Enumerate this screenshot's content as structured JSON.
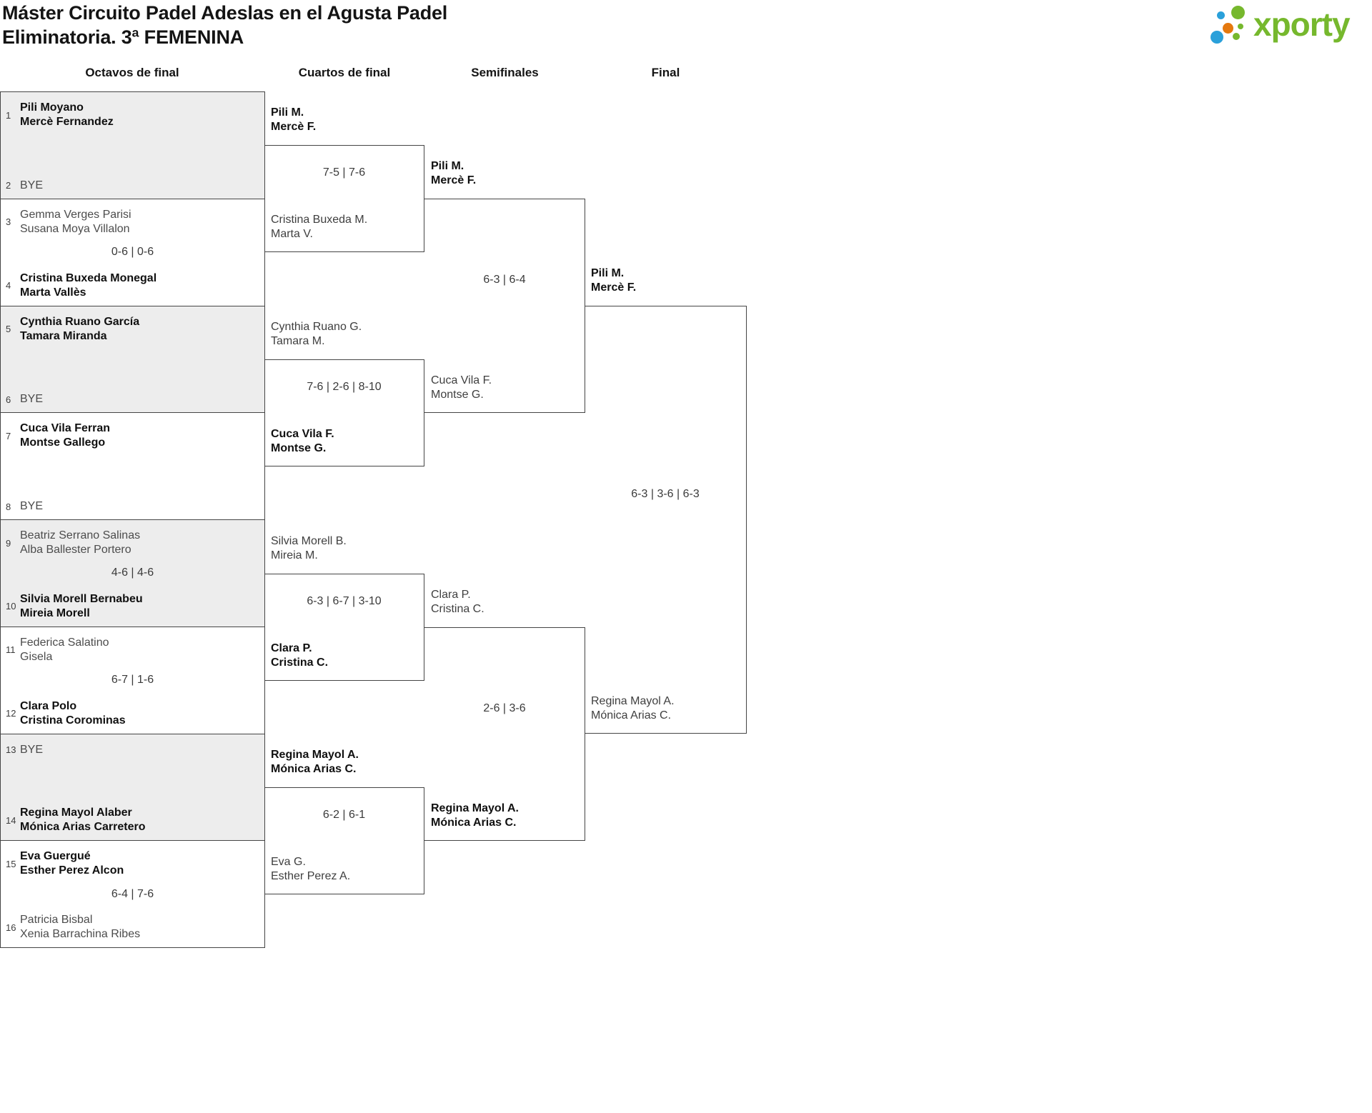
{
  "header": {
    "title_line1": "Máster Circuito Padel Adeslas en el Agusta Padel",
    "title_line2": "Eliminatoria. 3ª FEMENINA"
  },
  "logo": {
    "text": "xporty",
    "green": "#76b82d",
    "blue": "#2aa0da",
    "orange": "#e5790e"
  },
  "rounds": {
    "r1": "Octavos de final",
    "r2": "Cuartos de final",
    "r3": "Semifinales",
    "r4": "Final"
  },
  "octavos": [
    {
      "top": {
        "seed": "1",
        "name1": "Pili Moyano",
        "name2": "Mercè Fernandez",
        "winner": true
      },
      "bottom": {
        "seed": "2",
        "name1": "BYE",
        "name2": "",
        "winner": false
      },
      "score": ""
    },
    {
      "top": {
        "seed": "3",
        "name1": "Gemma Verges Parisi",
        "name2": "Susana Moya Villalon",
        "winner": false
      },
      "bottom": {
        "seed": "4",
        "name1": "Cristina Buxeda Monegal",
        "name2": "Marta Vallès",
        "winner": true
      },
      "score": "0-6 | 0-6"
    },
    {
      "top": {
        "seed": "5",
        "name1": "Cynthia Ruano García",
        "name2": "Tamara Miranda",
        "winner": true
      },
      "bottom": {
        "seed": "6",
        "name1": "BYE",
        "name2": "",
        "winner": false
      },
      "score": ""
    },
    {
      "top": {
        "seed": "7",
        "name1": "Cuca Vila Ferran",
        "name2": "Montse Gallego",
        "winner": true
      },
      "bottom": {
        "seed": "8",
        "name1": "BYE",
        "name2": "",
        "winner": false
      },
      "score": ""
    },
    {
      "top": {
        "seed": "9",
        "name1": "Beatriz Serrano Salinas",
        "name2": "Alba Ballester Portero",
        "winner": false
      },
      "bottom": {
        "seed": "10",
        "name1": "Silvia Morell Bernabeu",
        "name2": "Mireia Morell",
        "winner": true
      },
      "score": "4-6 | 4-6"
    },
    {
      "top": {
        "seed": "11",
        "name1": "Federica Salatino",
        "name2": "Gisela",
        "winner": false
      },
      "bottom": {
        "seed": "12",
        "name1": "Clara Polo",
        "name2": "Cristina Corominas",
        "winner": true
      },
      "score": "6-7 | 1-6"
    },
    {
      "top": {
        "seed": "13",
        "name1": "BYE",
        "name2": "",
        "winner": false
      },
      "bottom": {
        "seed": "14",
        "name1": "Regina Mayol Alaber",
        "name2": "Mónica Arias Carretero",
        "winner": true
      },
      "score": ""
    },
    {
      "top": {
        "seed": "15",
        "name1": "Eva Guergué",
        "name2": "Esther Perez Alcon",
        "winner": true
      },
      "bottom": {
        "seed": "16",
        "name1": "Patricia Bisbal",
        "name2": "Xenia Barrachina Ribes",
        "winner": false
      },
      "score": "6-4 | 7-6"
    }
  ],
  "cuartos": [
    {
      "top": {
        "name1": "Pili M.",
        "name2": "Mercè F.",
        "winner": true
      },
      "bottom": {
        "name1": "Cristina Buxeda M.",
        "name2": "Marta V.",
        "winner": false
      },
      "score": "7-5 | 7-6"
    },
    {
      "top": {
        "name1": "Cynthia Ruano G.",
        "name2": "Tamara M.",
        "winner": false
      },
      "bottom": {
        "name1": "Cuca Vila F.",
        "name2": "Montse G.",
        "winner": true
      },
      "score": "7-6 | 2-6 | 8-10"
    },
    {
      "top": {
        "name1": "Silvia Morell B.",
        "name2": "Mireia M.",
        "winner": false
      },
      "bottom": {
        "name1": "Clara P.",
        "name2": "Cristina C.",
        "winner": true
      },
      "score": "6-3 | 6-7 | 3-10"
    },
    {
      "top": {
        "name1": "Regina Mayol A.",
        "name2": "Mónica Arias C.",
        "winner": true
      },
      "bottom": {
        "name1": "Eva G.",
        "name2": "Esther Perez A.",
        "winner": false
      },
      "score": "6-2 | 6-1"
    }
  ],
  "semifinales": [
    {
      "top": {
        "name1": "Pili M.",
        "name2": "Mercè F.",
        "winner": true
      },
      "bottom": {
        "name1": "Cuca Vila F.",
        "name2": "Montse G.",
        "winner": false
      },
      "score": "6-3 | 6-4"
    },
    {
      "top": {
        "name1": "Clara P.",
        "name2": "Cristina C.",
        "winner": false
      },
      "bottom": {
        "name1": "Regina Mayol A.",
        "name2": "Mónica Arias C.",
        "winner": true
      },
      "score": "2-6 | 3-6"
    }
  ],
  "final": {
    "top": {
      "name1": "Pili M.",
      "name2": "Mercè F.",
      "winner": true
    },
    "bottom": {
      "name1": "Regina Mayol A.",
      "name2": "Mónica Arias C.",
      "winner": false
    },
    "score": "6-3 | 3-6 | 6-3"
  }
}
